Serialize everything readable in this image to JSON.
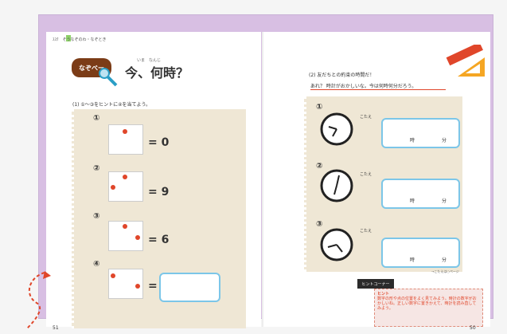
{
  "header": {
    "series_label": "ｽｽｸ　そうなぞのわ・なぞとき"
  },
  "left_page": {
    "badge": "なぞべー",
    "title": "今、何時？",
    "title_ruby": "いま　なんじ",
    "instruction": "(1) ①〜③をヒントに④を当てよう。",
    "items": [
      {
        "number": "①",
        "result": "= 0"
      },
      {
        "number": "②",
        "result": "= 9"
      },
      {
        "number": "③",
        "result": "= 6"
      },
      {
        "number": "④",
        "result": "="
      }
    ],
    "page_number": "51"
  },
  "right_page": {
    "question_1": "(2) 友だちとの約束の時間だ！",
    "question_2": "あれ？ 時計がおかしいな。今は何時何分だろう。",
    "clocks": [
      {
        "number": "①",
        "answer_label": "こたえ",
        "hour_unit": "時",
        "minute_unit": "分"
      },
      {
        "number": "②",
        "answer_label": "こたえ",
        "hour_unit": "時",
        "minute_unit": "分"
      },
      {
        "number": "③",
        "answer_label": "こたえ",
        "hour_unit": "時",
        "minute_unit": "分"
      }
    ],
    "footnote": "→こたえは○ページ",
    "hint_tag": "ヒントコーナー",
    "hint_title": "ヒント",
    "hint_body": "数字の形や点の位置をよく見てみよう。時計の数字がおかしいね。正しい数字に置きかえて、時計を読み直してみよう。",
    "page_number": "50"
  },
  "colors": {
    "accent_red": "#e0462a",
    "border_blue": "#7cc6e8",
    "badge_brown": "#7b3c17",
    "spread_purple": "#d8bfe3"
  }
}
